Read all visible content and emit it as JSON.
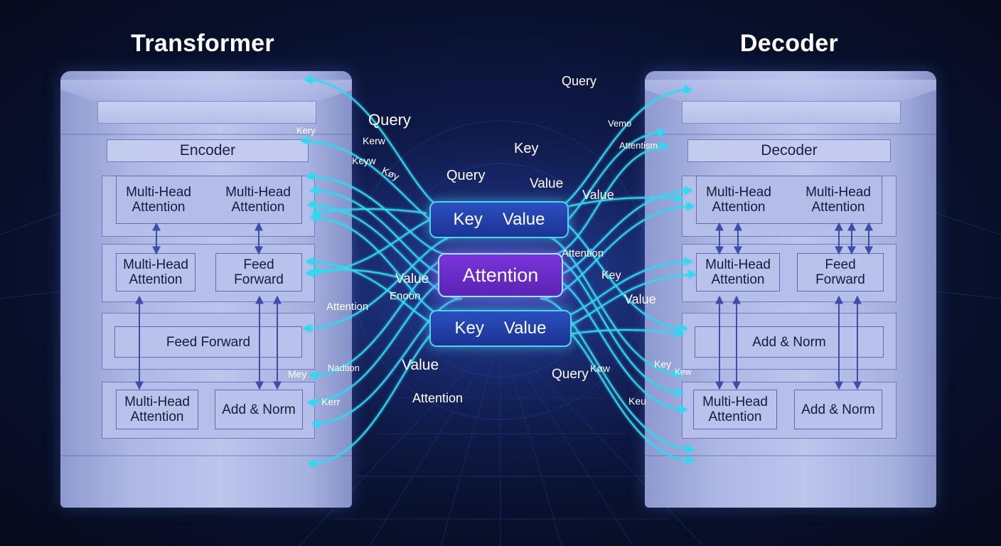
{
  "titles": {
    "left": "Transformer",
    "right": "Decoder"
  },
  "encoder": {
    "header": "Encoder",
    "row1": {
      "left": "Multi-Head\nAttention",
      "right": "Multi-Head\nAttention"
    },
    "row2": {
      "left": "Multi-Head\nAttention",
      "right": "Feed\nForward"
    },
    "row3": "Feed Forward",
    "row4": {
      "left": "Multi-Head\nAttention",
      "right": "Add & Norm"
    }
  },
  "decoder": {
    "header": "Decoder",
    "row1": {
      "left": "Multi-Head\nAttention",
      "right": "Multi-Head\nAttention"
    },
    "row2": {
      "left": "Multi-Head\nAttention",
      "right": "Feed\nForward"
    },
    "row3": "Add & Norm",
    "row4": {
      "left": "Multi-Head\nAttention",
      "right": "Add & Norm"
    }
  },
  "center": {
    "kv_top": {
      "key": "Key",
      "value": "Value"
    },
    "attention": "Attention",
    "kv_bottom": {
      "key": "Key",
      "value": "Value"
    }
  },
  "labels": {
    "l_query_top": "Query",
    "l_query_mid": "Query",
    "l_kery": "Kery",
    "l_kerw": "Kerw",
    "l_keyw": "Kєyw",
    "l_kgy": "Køy",
    "l_value": "Value",
    "l_enoon": "Enoon",
    "l_attention": "Attention",
    "l_mey": "Mey",
    "l_nadtion": "Nadtion",
    "l_kerr": "Kerr",
    "l_value_low": "Value",
    "l_attention_low": "Attention",
    "r_query_top": "Query",
    "r_vemo": "Vemo",
    "r_key": "Key",
    "r_attentism": "Attentism",
    "r_value_a": "Value",
    "r_value_b": "Value",
    "r_attention": "Attention",
    "r_key_mid": "Key",
    "r_value_mid": "Value",
    "r_query_low": "Query",
    "r_kow": "Køw",
    "r_key_low": "Key",
    "r_kew": "Kew",
    "r_keu": "Keu"
  },
  "colors": {
    "arrow": "#35d6f0",
    "kv_box": "#1f3ba8",
    "attention_box": "#6a2bc8",
    "tower": "#b2bce8"
  }
}
